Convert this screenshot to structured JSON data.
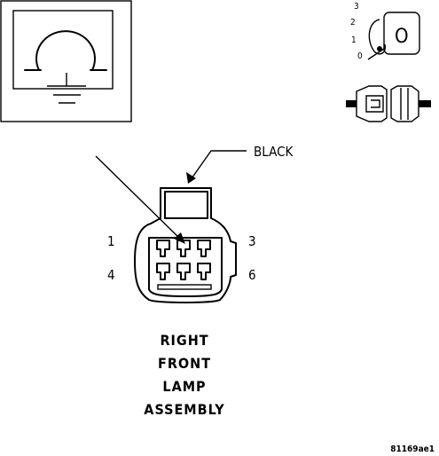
{
  "meter_icon": {
    "symbol": "ohms-meter-icon"
  },
  "key_switch": {
    "positions": [
      "3",
      "2",
      "1",
      "0"
    ],
    "key_label": "O"
  },
  "connector": {
    "color_label": "BLACK",
    "pin_labels": {
      "top_left": "1",
      "top_right": "3",
      "bottom_left": "4",
      "bottom_right": "6"
    }
  },
  "caption": {
    "lines": [
      "RIGHT",
      "FRONT",
      "LAMP",
      "ASSEMBLY"
    ]
  },
  "figure_id": "81169ae1"
}
